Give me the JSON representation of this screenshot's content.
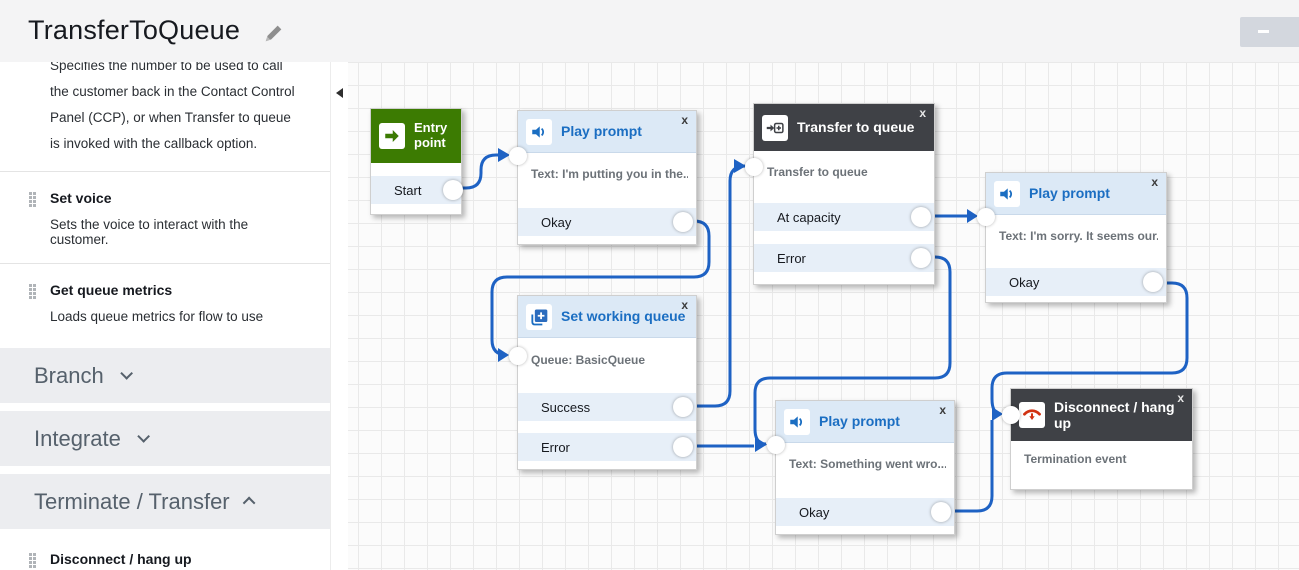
{
  "header": {
    "title": "TransferToQueue"
  },
  "sidebar": {
    "clipped_description": "Specifies the number to be used to call the customer back in the Contact Control Panel (CCP), or when Transfer to queue is invoked with the callback option.",
    "items": [
      {
        "title": "Set voice",
        "description": "Sets the voice to interact with the customer."
      },
      {
        "title": "Get queue metrics",
        "description": "Loads queue metrics for flow to use"
      },
      {
        "title": "Disconnect / hang up"
      }
    ],
    "sections": [
      {
        "label": "Branch",
        "state": "collapsed"
      },
      {
        "label": "Integrate",
        "state": "collapsed"
      },
      {
        "label": "Terminate / Transfer",
        "state": "expanded"
      }
    ]
  },
  "canvas": {
    "close_label": "x",
    "nodes": [
      {
        "id": "entry",
        "type": "entry-point",
        "title": "Entry point",
        "outputs": [
          "Start"
        ]
      },
      {
        "id": "play-prompt-1",
        "type": "play-prompt",
        "title": "Play prompt",
        "parameter": "Text: I'm putting you in the...",
        "outputs": [
          "Okay"
        ]
      },
      {
        "id": "transfer-to-queue",
        "type": "transfer-to-queue",
        "title": "Transfer to queue",
        "parameter": "Transfer to queue",
        "outputs": [
          "At capacity",
          "Error"
        ]
      },
      {
        "id": "play-prompt-2",
        "type": "play-prompt",
        "title": "Play prompt",
        "parameter": "Text: I'm sorry. It seems our...",
        "outputs": [
          "Okay"
        ]
      },
      {
        "id": "set-working-queue",
        "type": "set-working-queue",
        "title": "Set working queue",
        "parameter": "Queue: BasicQueue",
        "outputs": [
          "Success",
          "Error"
        ]
      },
      {
        "id": "play-prompt-3",
        "type": "play-prompt",
        "title": "Play prompt",
        "parameter": "Text: Something went wro...",
        "outputs": [
          "Okay"
        ]
      },
      {
        "id": "disconnect",
        "type": "disconnect-hang-up",
        "title": "Disconnect / hang up",
        "parameter": "Termination event",
        "outputs": []
      }
    ],
    "connections": [
      {
        "from": "entry",
        "port": "Start",
        "to": "play-prompt-1"
      },
      {
        "from": "play-prompt-1",
        "port": "Okay",
        "to": "set-working-queue"
      },
      {
        "from": "set-working-queue",
        "port": "Success",
        "to": "transfer-to-queue"
      },
      {
        "from": "set-working-queue",
        "port": "Error",
        "to": "play-prompt-3"
      },
      {
        "from": "transfer-to-queue",
        "port": "At capacity",
        "to": "play-prompt-2"
      },
      {
        "from": "transfer-to-queue",
        "port": "Error",
        "to": "play-prompt-3"
      },
      {
        "from": "play-prompt-2",
        "port": "Okay",
        "to": "disconnect"
      },
      {
        "from": "play-prompt-3",
        "port": "Okay",
        "to": "disconnect"
      }
    ],
    "colors": {
      "accent_blue": "#1b6ec2",
      "connector_blue": "#1e62c4",
      "entry_green": "#3c7b02",
      "dark_header": "#3f4146",
      "error_red": "#d13212"
    }
  }
}
